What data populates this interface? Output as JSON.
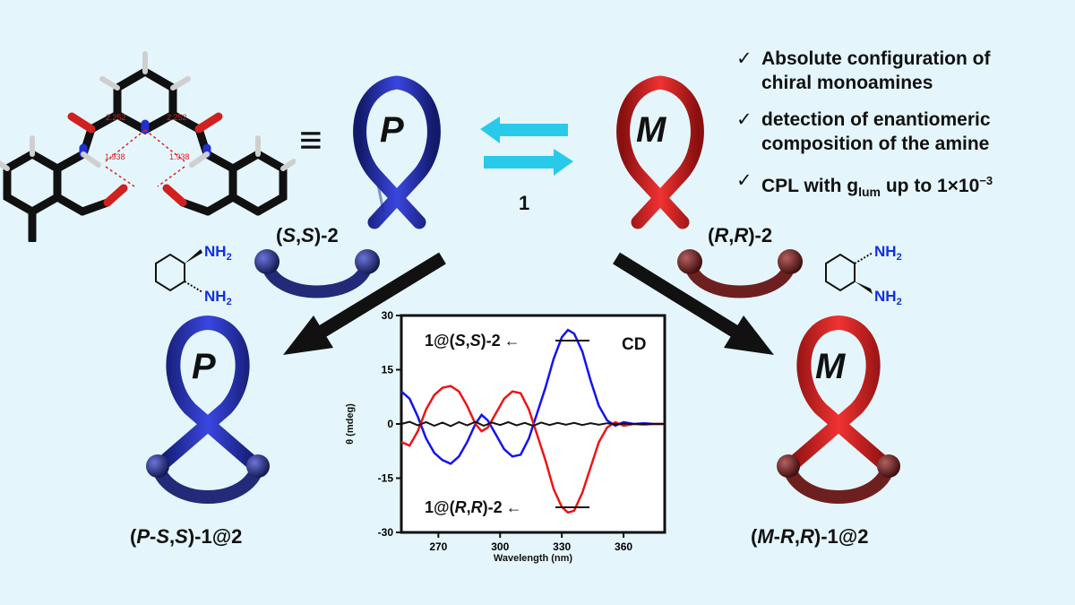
{
  "colors": {
    "background": "#e4f6fb",
    "blue": "#2b37c4",
    "red": "#d92020",
    "dark_blue": "#222a6e",
    "dark_red": "#6e1e1e",
    "cyan": "#29c9ea"
  },
  "molecule": {
    "bond_labels": [
      "2.252",
      "2.252",
      "1.938",
      "1.938"
    ]
  },
  "equivalence_symbol": "≡",
  "ribbons": {
    "p_letter": "P",
    "m_letter": "M"
  },
  "equilibrium_label": "1",
  "labels": {
    "ss2": {
      "paren_open": "(",
      "c1": "S",
      "comma": ",",
      "c2": "S",
      "rest": ")-2"
    },
    "rr2": {
      "paren_open": "(",
      "c1": "R",
      "comma": ",",
      "c2": "R",
      "rest": ")-2"
    },
    "pss": {
      "paren_open": "(",
      "c1": "P",
      "dash": "-",
      "c2": "S",
      "comma": ",",
      "c3": "S",
      "rest": ")-1@2"
    },
    "mrr": {
      "paren_open": "(",
      "c1": "M",
      "dash": "-",
      "c2": "R",
      "comma": ",",
      "c3": "R",
      "rest": ")-1@2"
    }
  },
  "amine": {
    "nh2": "NH",
    "sub": "2"
  },
  "bullets": [
    {
      "check": "✓",
      "line1": "Absolute configuration of",
      "line2": "chiral monoamines"
    },
    {
      "check": "✓",
      "line1": "detection of enantiomeric",
      "line2": "composition of the amine"
    },
    {
      "check": "✓",
      "text": "CPL with g",
      "sub": "lum",
      "text2": " up to 1×10",
      "sup": "−3"
    }
  ],
  "chart_data": {
    "type": "line",
    "title": "CD",
    "xlabel": "Wavelength (nm)",
    "ylabel": "θ (mdeg)",
    "xlim": [
      252,
      380
    ],
    "ylim": [
      -30,
      30
    ],
    "xticks": [
      270,
      300,
      330,
      360
    ],
    "yticks": [
      30,
      15,
      0,
      -15,
      -30
    ],
    "annotations": [
      {
        "text_prefix": "1@(",
        "i1": "S",
        "comma": ",",
        "i2": "S",
        "text_suffix": ")-2",
        "arrow": "←"
      },
      {
        "text_prefix": "1@(",
        "i1": "R",
        "comma": ",",
        "i2": "R",
        "text_suffix": ")-2",
        "arrow": "←"
      }
    ],
    "series": [
      {
        "label": "1@(S,S)-2",
        "color": "#1414ee",
        "x": [
          252,
          256,
          260,
          264,
          268,
          272,
          276,
          280,
          284,
          288,
          291,
          294,
          298,
          302,
          306,
          310,
          314,
          318,
          322,
          326,
          330,
          333,
          336,
          340,
          344,
          348,
          352,
          356,
          360,
          365,
          370,
          375,
          380
        ],
        "y": [
          9,
          7,
          2,
          -4,
          -8,
          -10,
          -11,
          -9,
          -5,
          0,
          2.5,
          1,
          -3,
          -7,
          -9,
          -8.5,
          -4,
          3,
          10,
          18,
          24,
          26,
          25,
          20,
          12,
          5,
          1,
          -0.5,
          0.5,
          0,
          0.2,
          0,
          0
        ]
      },
      {
        "label": "1@(R,R)-2",
        "color": "#ee1414",
        "x": [
          252,
          256,
          260,
          264,
          268,
          272,
          276,
          280,
          284,
          288,
          291,
          294,
          298,
          302,
          306,
          310,
          314,
          318,
          322,
          326,
          330,
          333,
          336,
          340,
          344,
          348,
          352,
          356,
          360,
          365,
          370,
          375,
          380
        ],
        "y": [
          -5,
          -6,
          -2,
          4,
          8,
          10,
          10.5,
          9,
          5,
          0,
          -2,
          -1,
          3,
          7,
          9,
          8.5,
          4,
          -3,
          -10,
          -18,
          -23,
          -24.5,
          -24,
          -19,
          -12,
          -5,
          -1,
          0.5,
          -0.5,
          0,
          -0.2,
          0,
          0
        ]
      },
      {
        "label": "baseline",
        "color": "#111111",
        "x": [
          252,
          256,
          260,
          264,
          268,
          272,
          276,
          280,
          284,
          288,
          292,
          296,
          300,
          304,
          308,
          312,
          316,
          320,
          324,
          328,
          332,
          336,
          340,
          344,
          348,
          352,
          356,
          360,
          364,
          368,
          372,
          376,
          380
        ],
        "y": [
          0,
          0.6,
          -0.4,
          0.5,
          -0.5,
          0.4,
          -0.6,
          0.5,
          -0.4,
          0.6,
          -0.5,
          0.4,
          -0.3,
          0.5,
          -0.4,
          0.3,
          -0.5,
          0.4,
          -0.3,
          0.3,
          -0.2,
          0.3,
          -0.3,
          0.2,
          -0.2,
          0.2,
          -0.1,
          0.1,
          0,
          0,
          0,
          0,
          0
        ]
      }
    ]
  }
}
